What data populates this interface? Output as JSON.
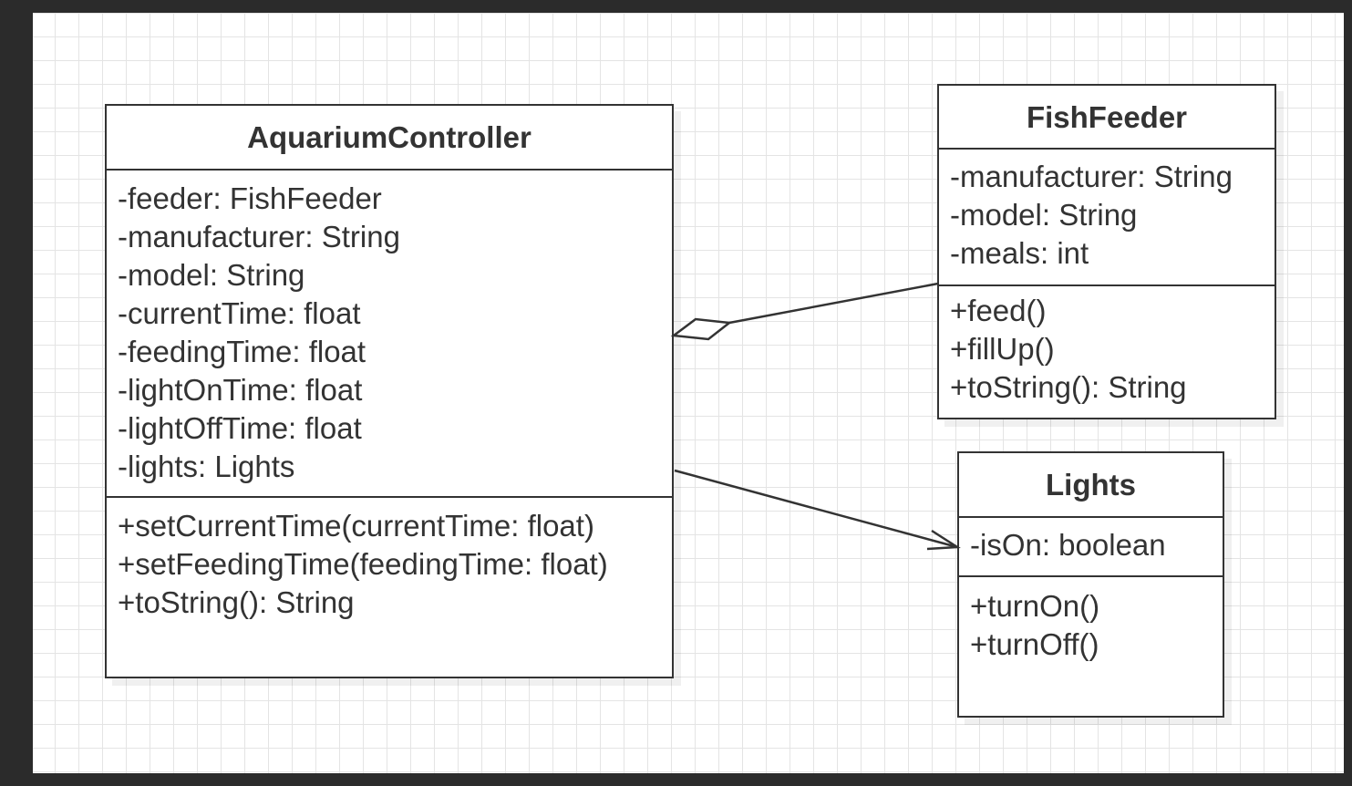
{
  "diagram": {
    "classes": [
      {
        "name": "AquariumController",
        "attributes": [
          "-feeder: FishFeeder",
          "-manufacturer: String",
          "-model: String",
          "-currentTime: float",
          "-feedingTime: float",
          "-lightOnTime: float",
          "-lightOffTime: float",
          "-lights: Lights"
        ],
        "operations": [
          "+setCurrentTime(currentTime: float)",
          "+setFeedingTime(feedingTime: float)",
          "+toString(): String"
        ]
      },
      {
        "name": "FishFeeder",
        "attributes": [
          "-manufacturer: String",
          "-model: String",
          "-meals: int"
        ],
        "operations": [
          "+feed()",
          "+fillUp()",
          "+toString(): String"
        ]
      },
      {
        "name": "Lights",
        "attributes": [
          "-isOn: boolean"
        ],
        "operations": [
          "+turnOn()",
          "+turnOff()"
        ]
      }
    ],
    "relationships": [
      {
        "type": "aggregation",
        "whole": "AquariumController",
        "part": "FishFeeder"
      },
      {
        "type": "association",
        "from": "AquariumController",
        "to": "Lights",
        "navigable_end": "Lights"
      }
    ]
  }
}
